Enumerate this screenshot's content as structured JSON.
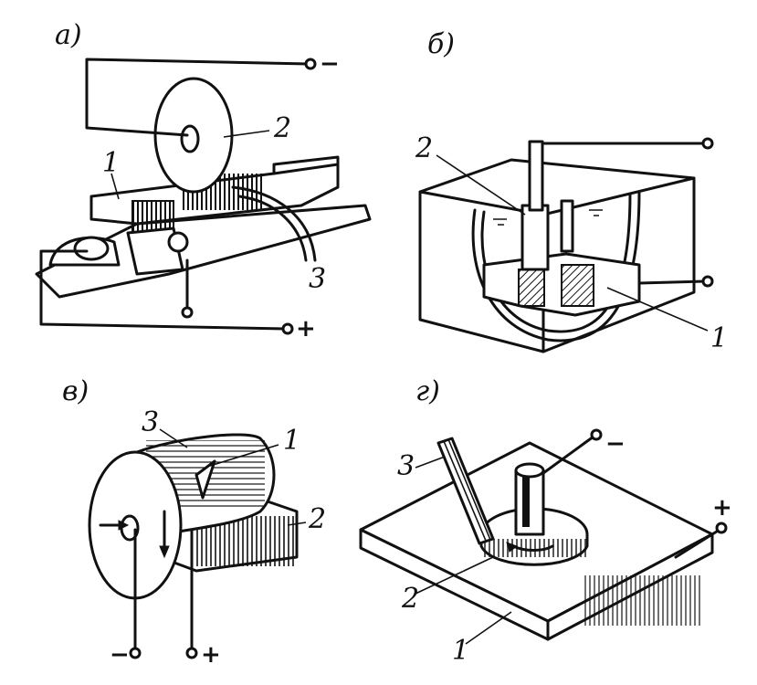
{
  "panels": [
    {
      "id": "a",
      "letter": "а)",
      "parts": [
        "1",
        "2",
        "3"
      ],
      "terminals": [
        "−",
        "+"
      ]
    },
    {
      "id": "b",
      "letter": "б)",
      "parts": [
        "2",
        "1"
      ]
    },
    {
      "id": "v",
      "letter": "в)",
      "parts": [
        "3",
        "1",
        "2"
      ],
      "terminals": [
        "−",
        "+"
      ]
    },
    {
      "id": "g",
      "letter": "г)",
      "parts": [
        "3",
        "2",
        "1"
      ],
      "terminals": [
        "−",
        "+"
      ]
    }
  ]
}
